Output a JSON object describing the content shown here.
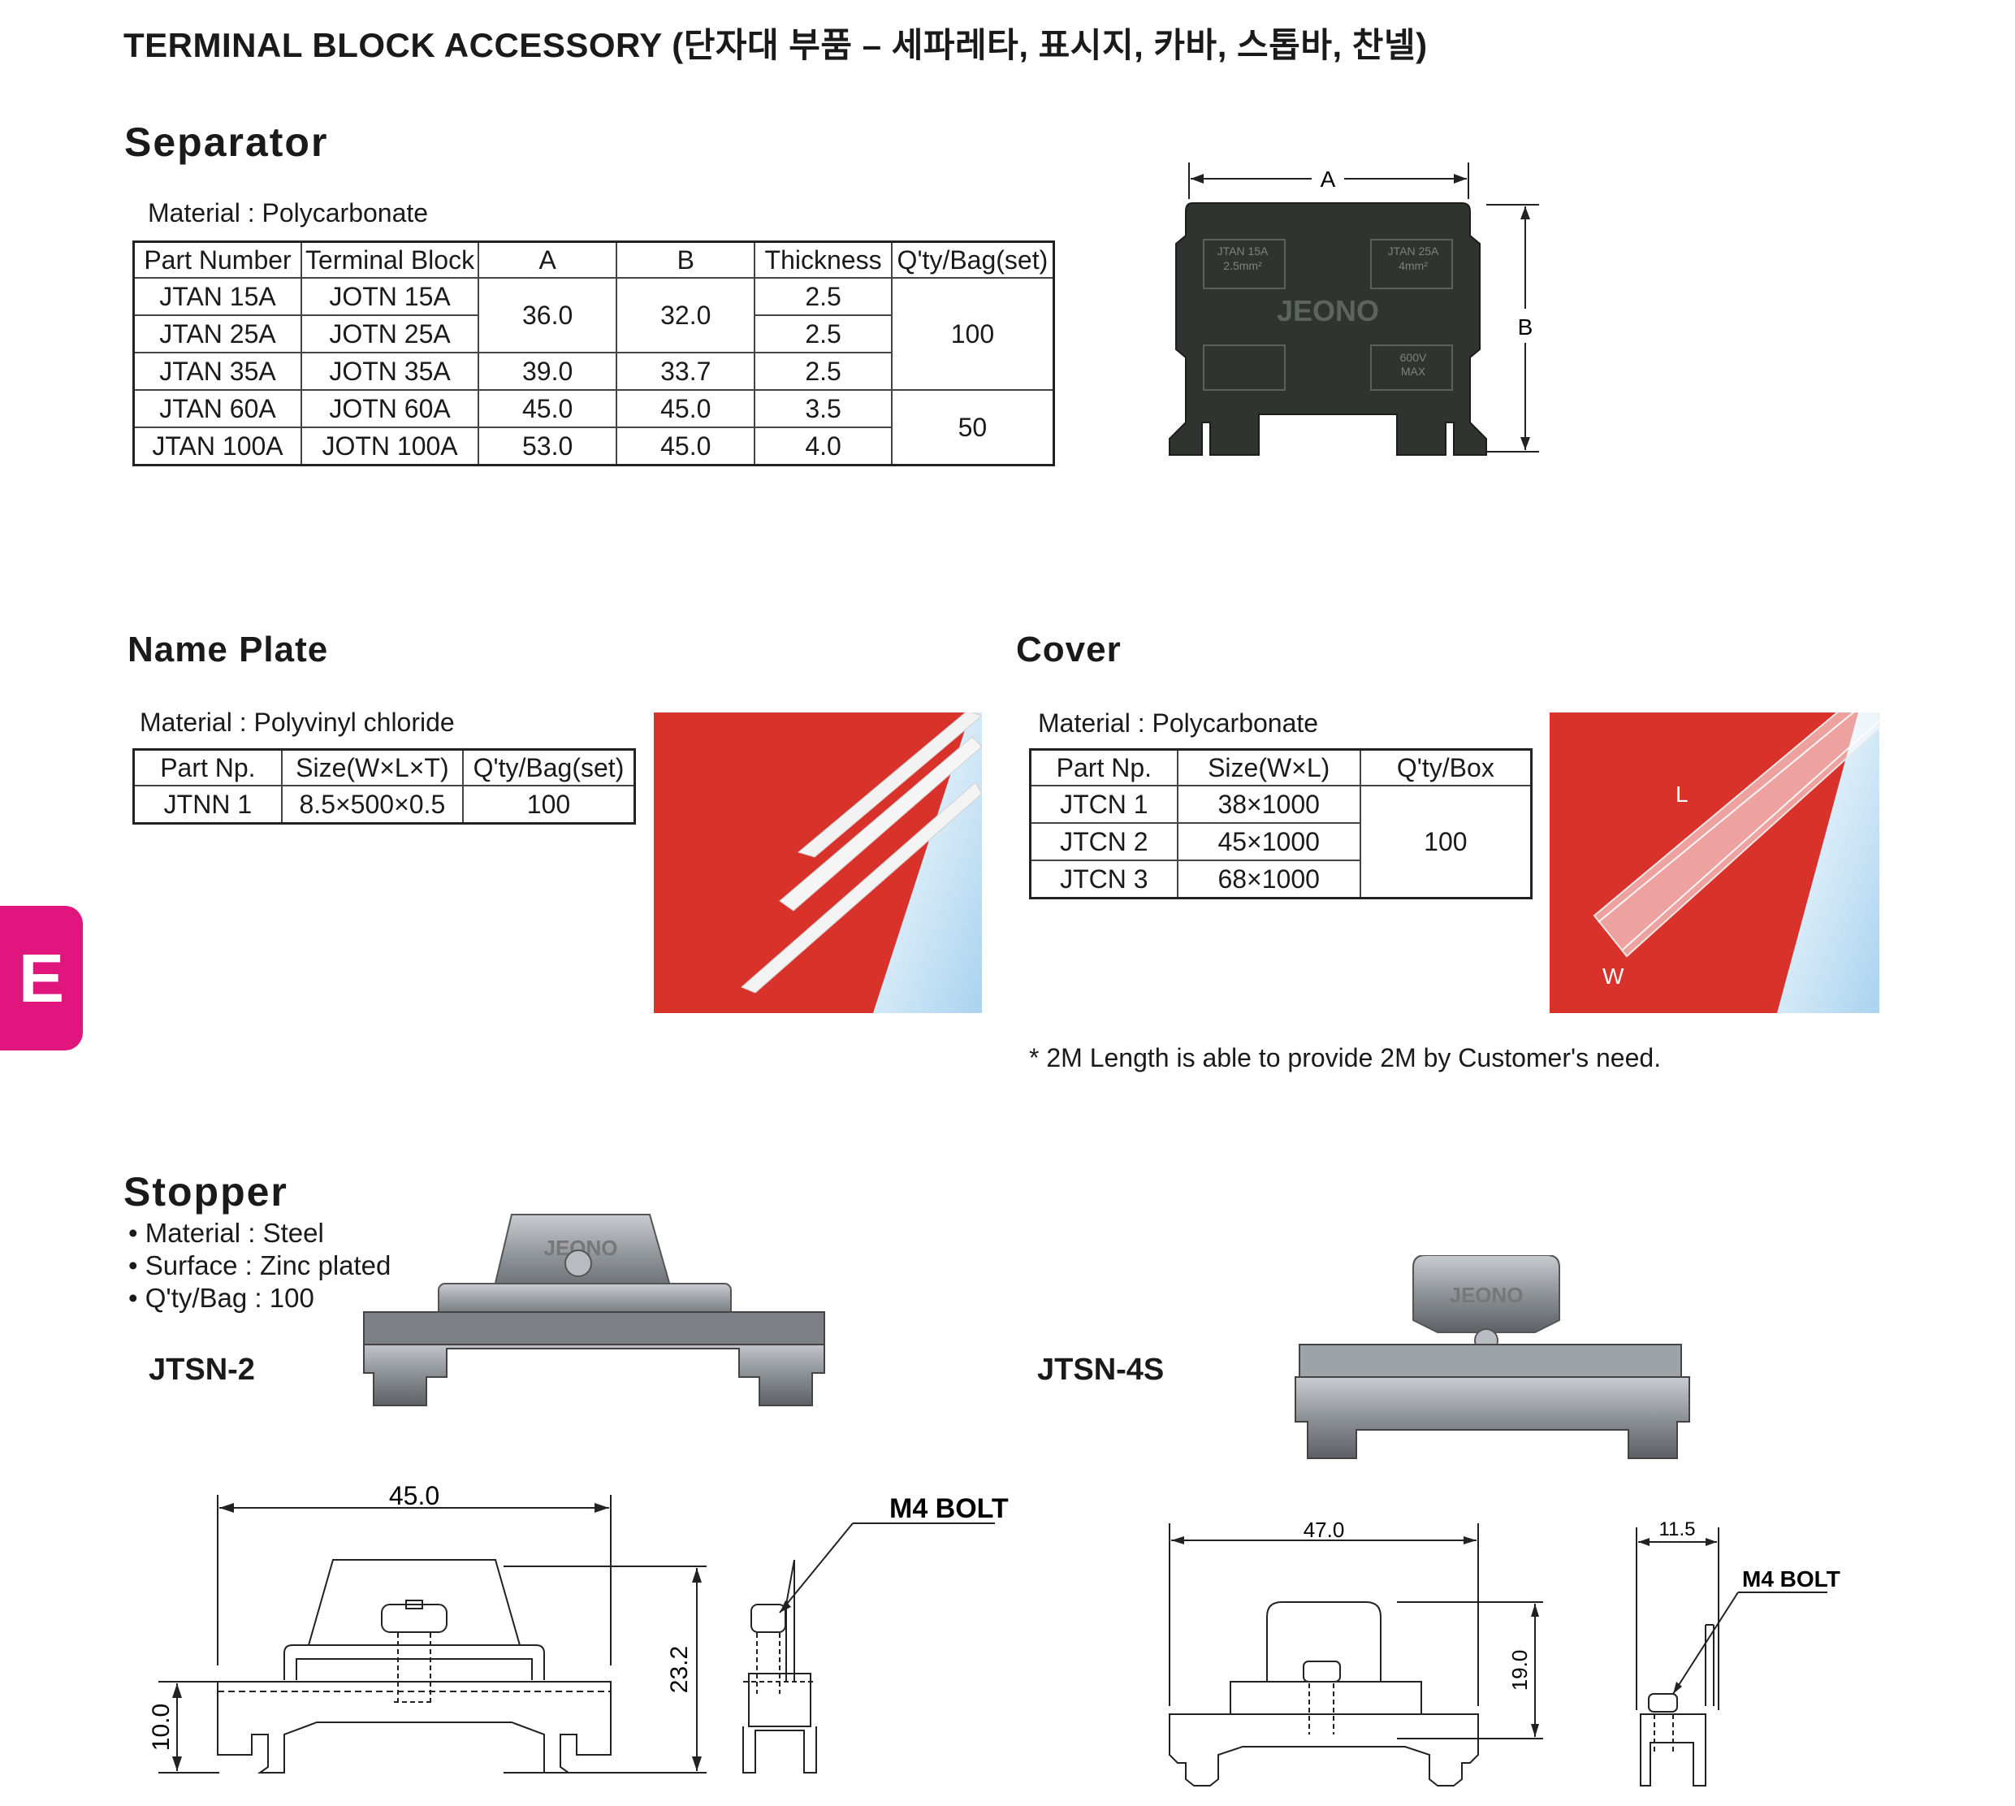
{
  "page_title": "TERMINAL BLOCK ACCESSORY (단자대 부품 – 세파레타, 표시지, 카바, 스톱바, 찬넬)",
  "side_tab": "E",
  "separator": {
    "title": "Separator",
    "material": "Material : Polycarbonate",
    "headers": [
      "Part Number",
      "Terminal Block",
      "A",
      "B",
      "Thickness",
      "Q'ty/Bag(set)"
    ],
    "rows": [
      {
        "part": "JTAN 15A",
        "block": "JOTN 15A",
        "thickness": "2.5"
      },
      {
        "part": "JTAN 25A",
        "block": "JOTN 25A",
        "thickness": "2.5"
      },
      {
        "part": "JTAN 35A",
        "block": "JOTN 35A",
        "thickness": "2.5"
      },
      {
        "part": "JTAN 60A",
        "block": "JOTN 60A",
        "thickness": "3.5"
      },
      {
        "part": "JTAN 100A",
        "block": "JOTN 100A",
        "thickness": "4.0"
      }
    ],
    "a_values": [
      "36.0",
      "39.0",
      "45.0",
      "53.0"
    ],
    "b_values": [
      "32.0",
      "33.7",
      "45.0",
      "45.0"
    ],
    "qty_values": [
      "100",
      "50"
    ],
    "dim_a": "A",
    "dim_b": "B",
    "image_labels": [
      "JTAN 15A",
      "2.5mm²",
      "JTAN 25A",
      "4mm²",
      "JEONO",
      "600V",
      "MAX"
    ]
  },
  "name_plate": {
    "title": "Name Plate",
    "material": "Material :  Polyvinyl chloride",
    "headers": [
      "Part Np.",
      "Size(W×L×T)",
      "Q'ty/Bag(set)"
    ],
    "rows": [
      [
        "JTNN 1",
        "8.5×500×0.5",
        "100"
      ]
    ]
  },
  "cover": {
    "title": "Cover",
    "material": "Material : Polycarbonate",
    "headers": [
      "Part Np.",
      "Size(W×L)",
      "Q'ty/Box"
    ],
    "rows": [
      [
        "JTCN 1",
        "38×1000"
      ],
      [
        "JTCN 2",
        "45×1000"
      ],
      [
        "JTCN 3",
        "68×1000"
      ]
    ],
    "qty": "100",
    "label_l": "L",
    "label_w": "W",
    "note": "* 2M Length is able to provide 2M by Customer's need."
  },
  "stopper": {
    "title": "Stopper",
    "bullets": [
      "• Material : Steel",
      "• Surface : Zinc plated",
      "• Q'ty/Bag : 100"
    ],
    "model_1": "JTSN-2",
    "model_2": "JTSN-4S",
    "logo_text": "JEONO",
    "drawing_1": {
      "width": "45.0",
      "height": "23.2",
      "base": "10.0",
      "bolt": "M4 BOLT"
    },
    "drawing_2": {
      "width": "47.0",
      "height": "19.0",
      "side": "11.5",
      "bolt": "M4 BOLT"
    }
  },
  "colors": {
    "accent": "#e0157d",
    "photo_red": "#d8322b",
    "separator_body": "#2f3430"
  }
}
